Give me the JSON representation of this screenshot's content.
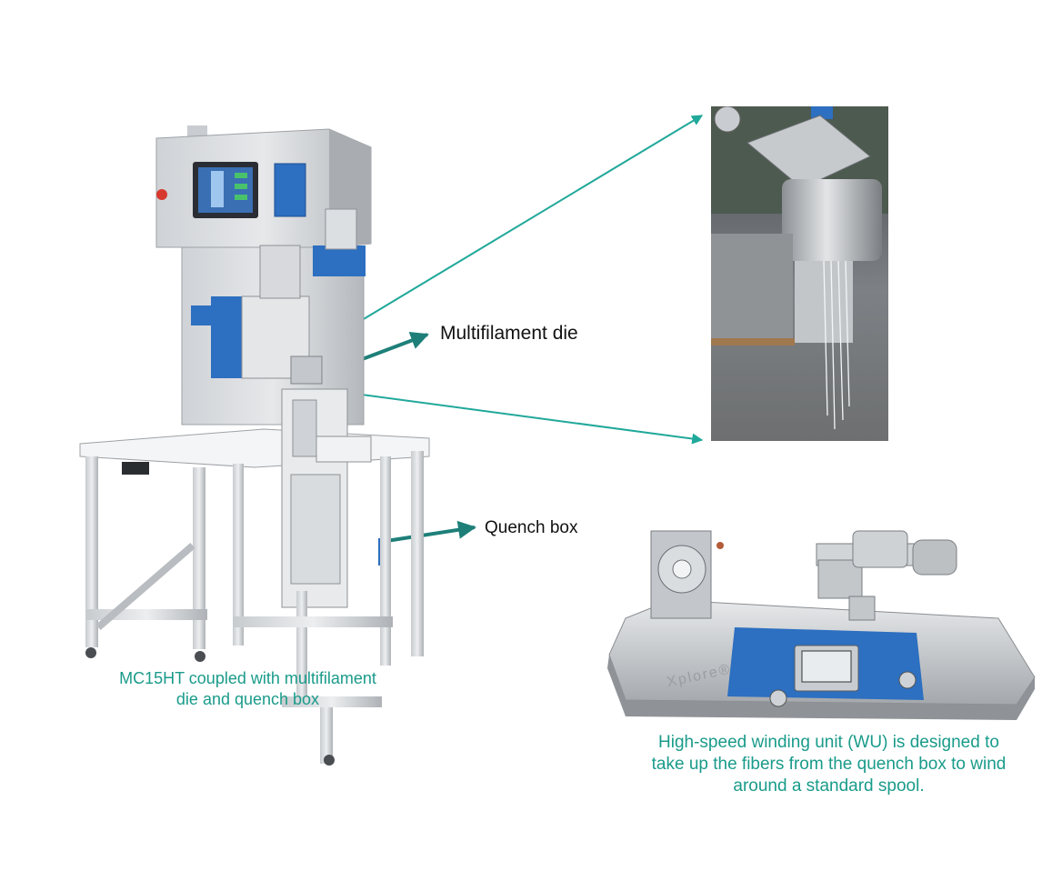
{
  "labels": {
    "die": "Multifilament die",
    "quench": "Quench box"
  },
  "captions": {
    "machine_line1": "MC15HT coupled with multifilament",
    "machine_line2": "die and quench box",
    "winder_line1": "High-speed winding unit (WU) is designed to",
    "winder_line2": "take up the fibers from the quench box to wind",
    "winder_line3": "around a standard spool."
  },
  "winder": {
    "brand": "Xplore®"
  },
  "colors": {
    "caption": "#1a9b8a",
    "arrow": "#20a89a",
    "arrow_dark": "#1e7f79",
    "panel_blue": "#2d6fc0",
    "steel": "#b8bcc0"
  }
}
